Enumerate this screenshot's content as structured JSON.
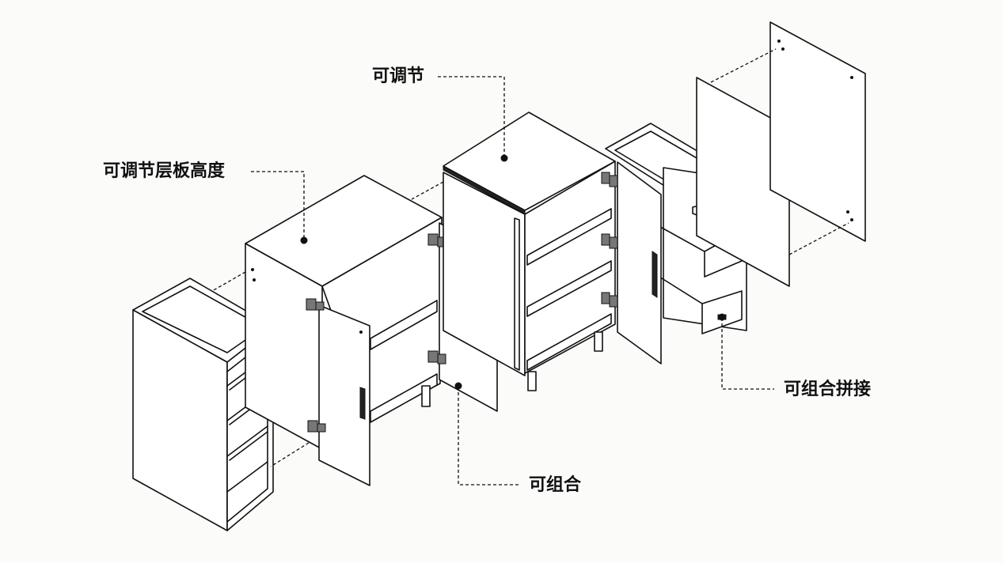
{
  "labels": {
    "adjustable": "可调节",
    "adjustable_shelf_height": "可调节层板高度",
    "combinable": "可组合",
    "combinable_joining": "可组合拼接"
  }
}
